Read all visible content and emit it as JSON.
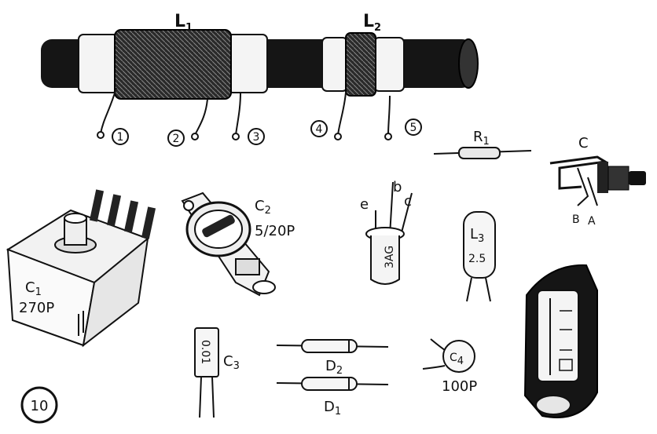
{
  "labels": {
    "L1": "L",
    "L1_sub": "1",
    "L2": "L",
    "L2_sub": "2",
    "R1": "R",
    "R1_sub": "1",
    "C1": "C",
    "C1_sub": "1",
    "C1_value": "270P",
    "C2": "C",
    "C2_sub": "2",
    "C2_value": "5/20P",
    "C3": "C",
    "C3_sub": "3",
    "C3_body": "0.01",
    "C4": "C",
    "C4_sub": "4",
    "C4_value": "100P",
    "L3": "L",
    "L3_sub": "3",
    "L3_value": "2.5",
    "D1": "D",
    "D1_sub": "1",
    "D2": "D",
    "D2_sub": "2",
    "transistor_type": "3AG",
    "transistor_e": "e",
    "transistor_b": "b",
    "transistor_c": "c",
    "jack_c": "C",
    "jack_b": "B",
    "jack_a": "A",
    "figure_number": "10"
  },
  "terminals": [
    "1",
    "2",
    "3",
    "4",
    "5"
  ]
}
